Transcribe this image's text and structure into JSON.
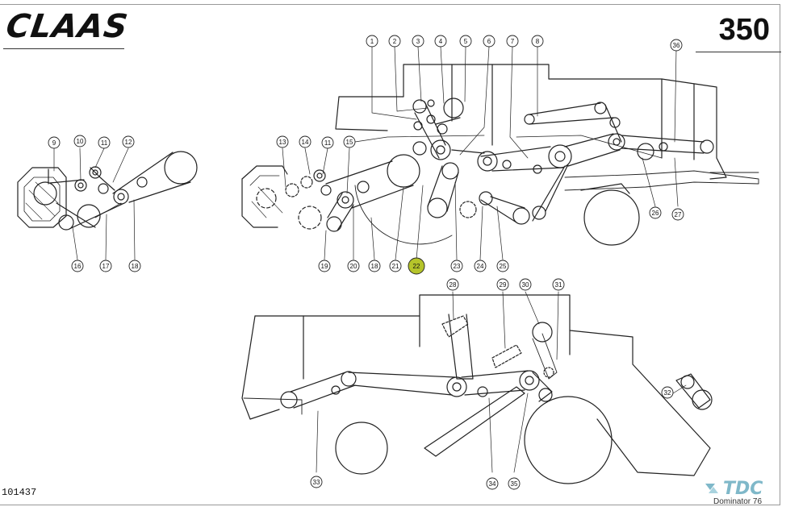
{
  "header": {
    "brand": "CLAAS",
    "page_number": "350"
  },
  "footer": {
    "reference": "101437",
    "watermark": "TDC",
    "model": "Dominator 76"
  },
  "highlight_color": "#b5c42a",
  "callouts": [
    {
      "label": "1"
    },
    {
      "label": "2"
    },
    {
      "label": "3"
    },
    {
      "label": "4"
    },
    {
      "label": "5"
    },
    {
      "label": "6"
    },
    {
      "label": "7"
    },
    {
      "label": "8"
    },
    {
      "label": "9"
    },
    {
      "label": "10"
    },
    {
      "label": "11"
    },
    {
      "label": "12"
    },
    {
      "label": "13"
    },
    {
      "label": "14"
    },
    {
      "label": "11"
    },
    {
      "label": "15"
    },
    {
      "label": "16"
    },
    {
      "label": "17"
    },
    {
      "label": "18"
    },
    {
      "label": "19"
    },
    {
      "label": "20"
    },
    {
      "label": "18"
    },
    {
      "label": "21"
    },
    {
      "label": "22",
      "highlighted": true
    },
    {
      "label": "23"
    },
    {
      "label": "24"
    },
    {
      "label": "25"
    },
    {
      "label": "26"
    },
    {
      "label": "27"
    },
    {
      "label": "36"
    },
    {
      "label": "28"
    },
    {
      "label": "29"
    },
    {
      "label": "30"
    },
    {
      "label": "31"
    },
    {
      "label": "32"
    },
    {
      "label": "33"
    },
    {
      "label": "34"
    },
    {
      "label": "35"
    }
  ]
}
